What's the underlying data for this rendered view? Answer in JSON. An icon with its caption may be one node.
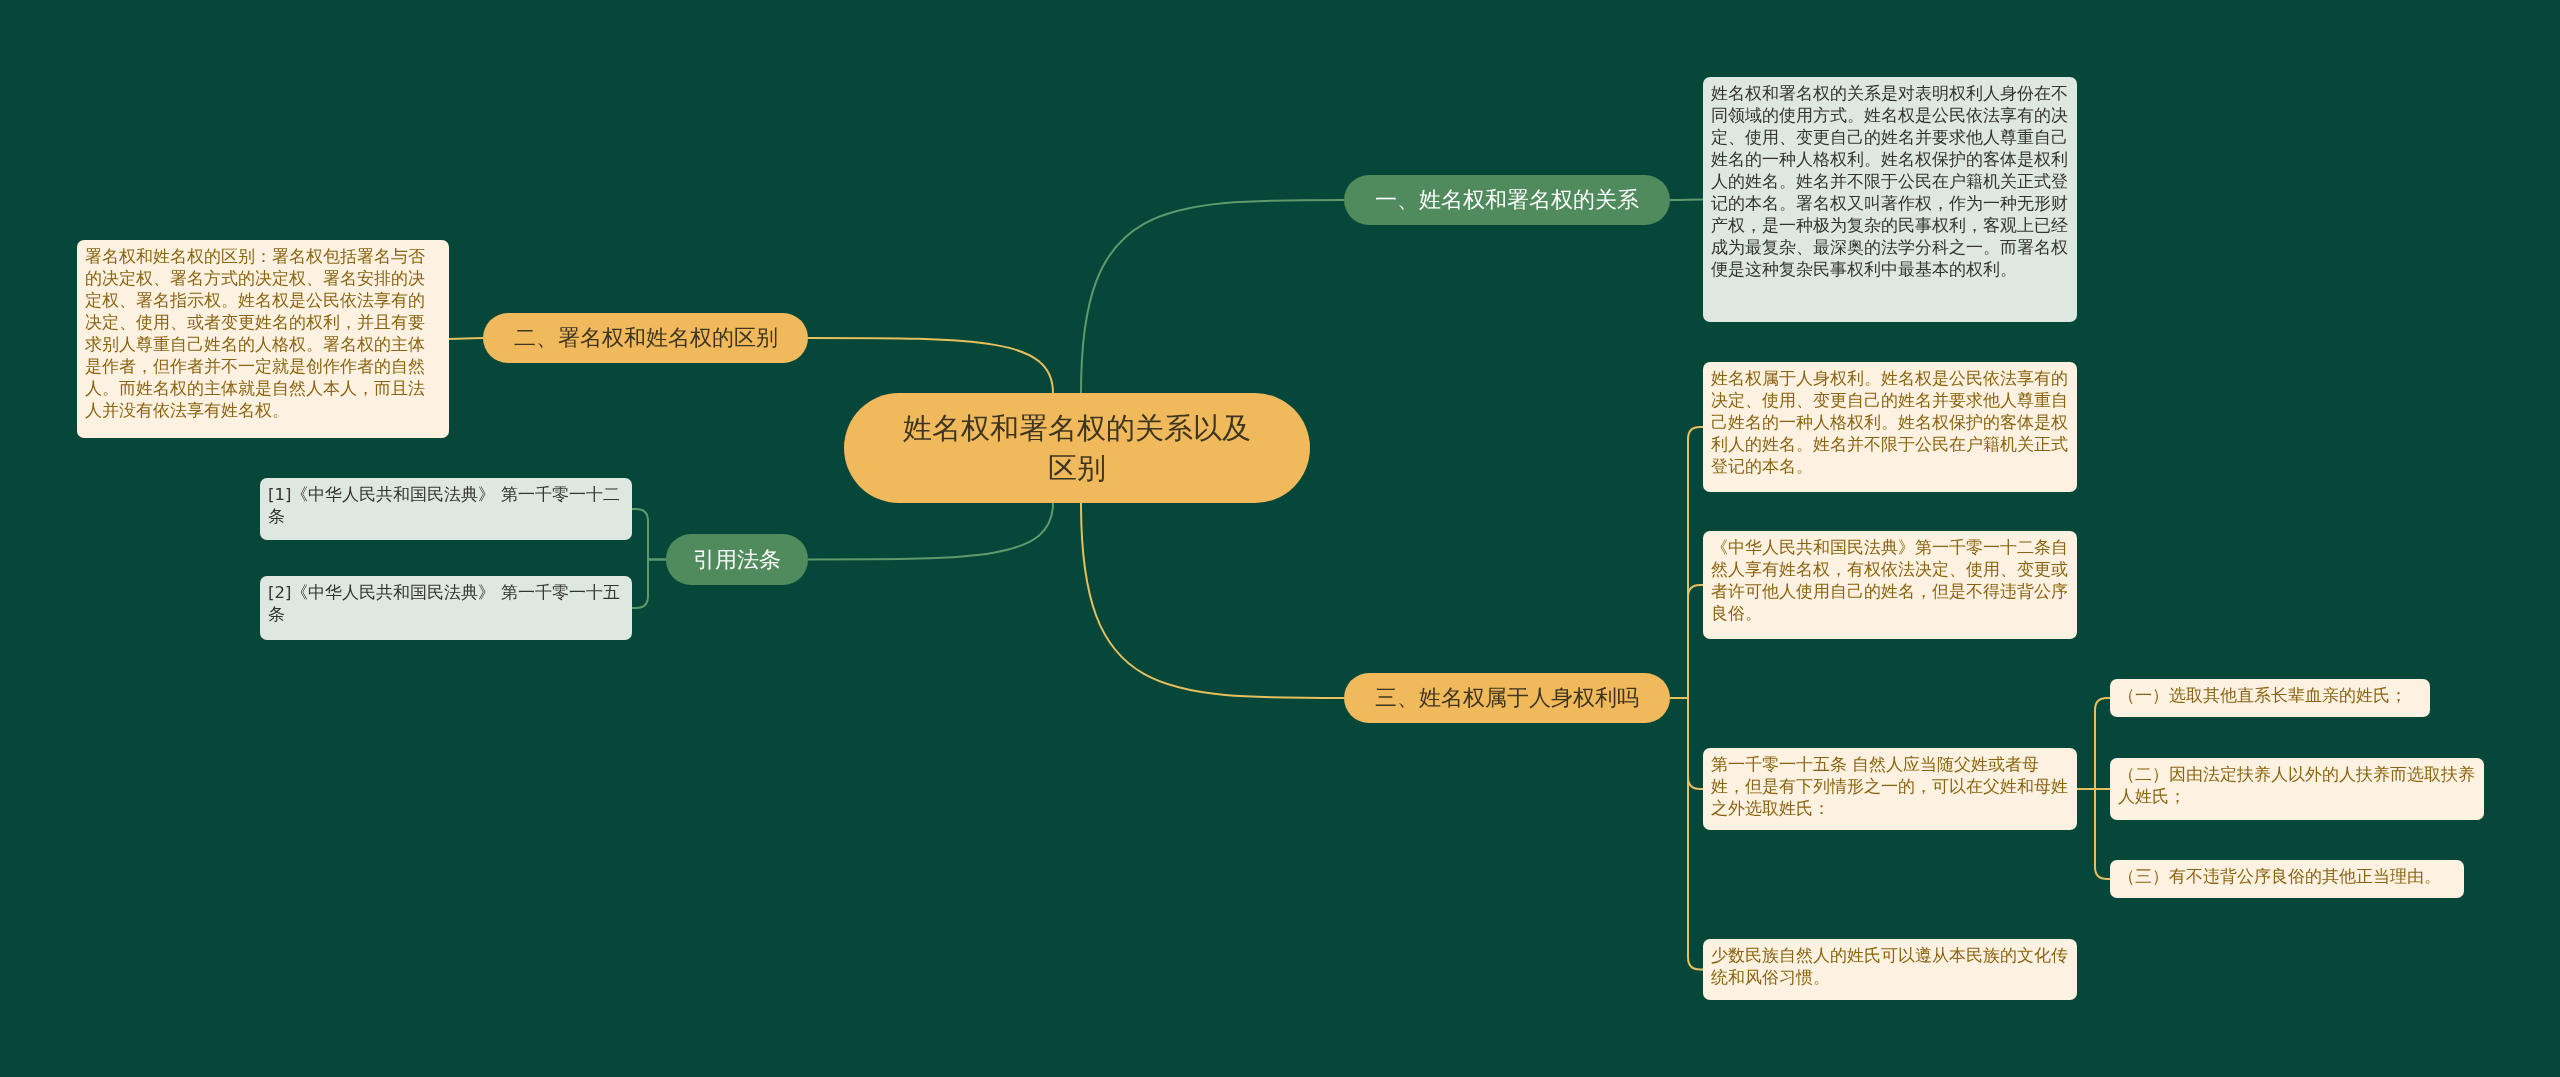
{
  "diagram": {
    "nodes": [
      {
        "text": [
          "姓名权和署名权的关系以及区别"
        ]
      },
      {
        "text": [
          "一、姓名权和署名权的关系"
        ]
      },
      {
        "text": [
          "姓名权和署名权的关系是对表明权利人身份在不同领域的使用方式。姓名权是公民依法享有的决定、使用、变更自己的姓名并要求他人尊重自己姓名的一种人格权利。姓名权保护的客体是权利人的姓名。姓名并不限于公民在户籍机关正式登记的本名。署名权又叫著作权，作为一种无形财产权，是一种极为复杂的民事权利，客观上已经成为最复杂、最深奥的法学分科之一。而署名权便是这种复杂民事权利中最基本的权利。"
        ]
      },
      {
        "text": [
          "二、署名权和姓名权的区别"
        ]
      },
      {
        "text": [
          "署名权和姓名权的区别：署名权包括署名与否的决定权、署名方式的决定权、署名安排的决定权、署名指示权。姓名权是公民依法享有的决定、使用、或者变更姓名的权利，并且有要求别人尊重自己姓名的人格权。署名权的主体是作者，但作者并不一定就是创作作者的自然人。而姓名权的主体就是自然人本人，而且法人并没有依法享有姓名权。"
        ]
      },
      {
        "text": [
          "引用法条"
        ]
      },
      {
        "text": [
          "[1]《中华人民共和国民法典》 第一千零一十二条"
        ]
      },
      {
        "text": [
          "[2]《中华人民共和国民法典》 第一千零一十五条"
        ]
      },
      {
        "text": [
          "三、姓名权属于人身权利吗"
        ]
      },
      {
        "text": [
          "姓名权属于人身权利。姓名权是公民依法享有的决定、使用、变更自己的姓名并要求他人尊重自己姓名的一种人格权利。姓名权保护的客体是权利人的姓名。姓名并不限于公民在户籍机关正式登记的本名。"
        ]
      },
      {
        "text": [
          "《中华人民共和国民法典》第一千零一十二条自然人享有姓名权，有权依法决定、使用、变更或者许可他人使用自己的姓名，但是不得违背公序良俗。"
        ]
      },
      {
        "text": [
          "第一千零一十五条 自然人应当随父姓或者母姓，但是有下列情形之一的，可以在父姓和母姓之外选取姓氏："
        ]
      },
      {
        "text": [
          "（一）选取其他直系长辈血亲的姓氏；"
        ]
      },
      {
        "text": [
          "（二）因由法定扶养人以外的人扶养而选取扶养人姓氏；"
        ]
      },
      {
        "text": [
          "（三）有不违背公序良俗的其他正当理由。"
        ]
      },
      {
        "text": [
          "少数民族自然人的姓氏可以遵从本民族的文化传统和风俗习惯。"
        ]
      }
    ],
    "edges": [
      {
        "from": 0,
        "to": 1,
        "arrow": "none",
        "color": "#5f9a6c"
      },
      {
        "from": 1,
        "to": 2,
        "arrow": "none",
        "color": "#5f9a6c"
      },
      {
        "from": 0,
        "to": 3,
        "arrow": "none"
      },
      {
        "from": 3,
        "to": 4,
        "arrow": "none"
      },
      {
        "from": 0,
        "to": 5,
        "arrow": "none",
        "color": "#5f9a6c"
      },
      {
        "from": 5,
        "to": 6,
        "arrow": "none",
        "color": "#5f9a6c"
      },
      {
        "from": 5,
        "to": 7,
        "arrow": "none",
        "color": "#5f9a6c"
      },
      {
        "from": 0,
        "to": 8,
        "arrow": "none"
      },
      {
        "from": 8,
        "to": 9,
        "arrow": "none"
      },
      {
        "from": 8,
        "to": 10,
        "arrow": "none"
      },
      {
        "from": 8,
        "to": 11,
        "arrow": "none"
      },
      {
        "from": 8,
        "to": 15,
        "arrow": "none"
      },
      {
        "from": 11,
        "to": 12,
        "arrow": "none"
      },
      {
        "from": 11,
        "to": 13,
        "arrow": "none"
      },
      {
        "from": 11,
        "to": 14,
        "arrow": "none"
      }
    ]
  }
}
